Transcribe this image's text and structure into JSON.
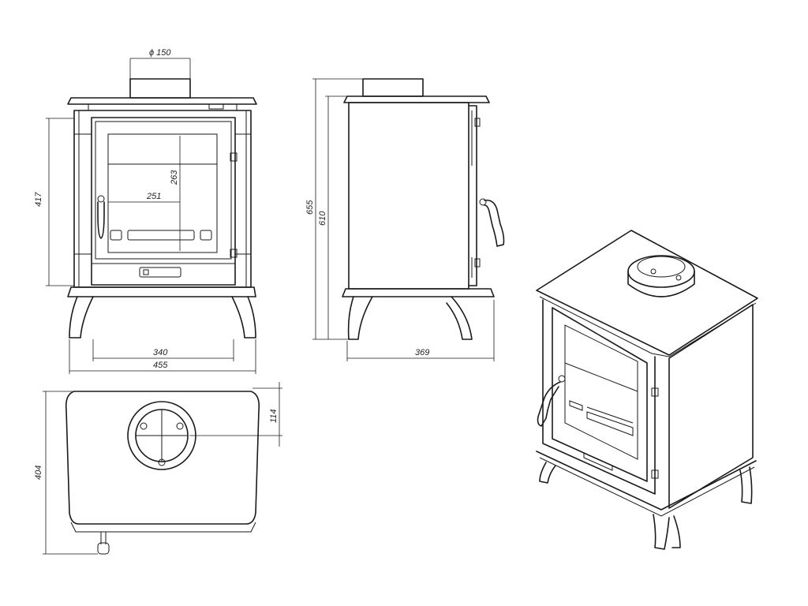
{
  "dimensions": {
    "flue_diameter": "ϕ 150",
    "front_width_inner": "340",
    "front_width_outer": "455",
    "front_body_height": "417",
    "glass_width": "251",
    "glass_height": "263",
    "side_total_height": "655",
    "side_flue_height": "610",
    "side_depth": "369",
    "top_depth": "404",
    "top_flue_offset": "114"
  }
}
